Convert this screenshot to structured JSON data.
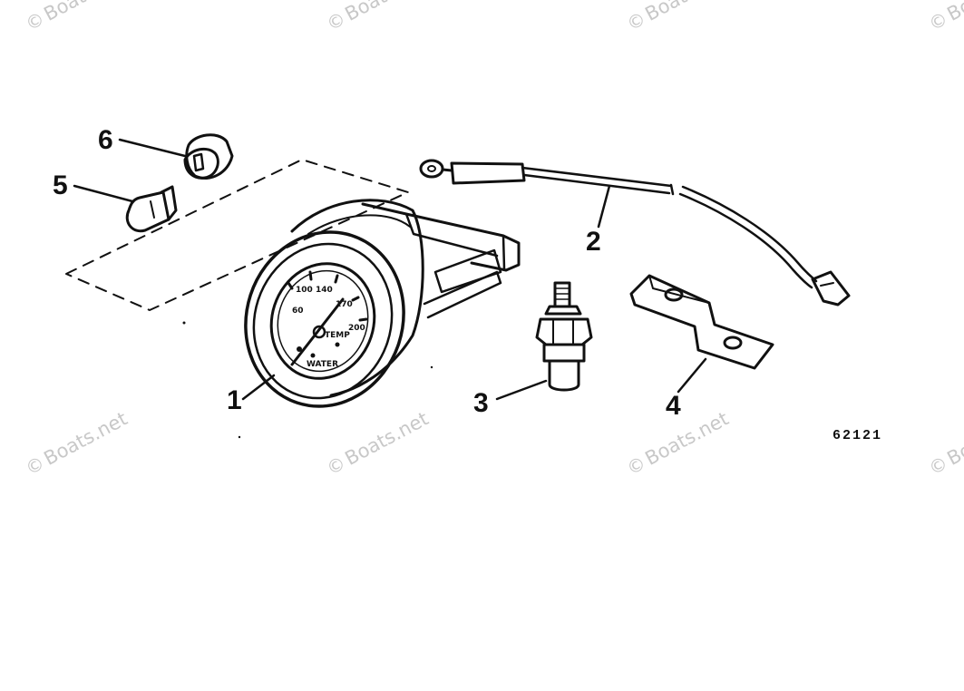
{
  "diagram": {
    "callouts": [
      "1",
      "2",
      "3",
      "4",
      "5",
      "6"
    ],
    "drawing_number": "62121",
    "gauge_scale": [
      "100",
      "140",
      "170",
      "200",
      "60"
    ],
    "gauge_text": [
      "WATER",
      "TEMP"
    ],
    "watermark_symbol": "©",
    "watermark_text": "Boats.net"
  },
  "colors": {
    "ink": "#111111",
    "watermark": "#c8c8c8",
    "background": "#ffffff"
  }
}
